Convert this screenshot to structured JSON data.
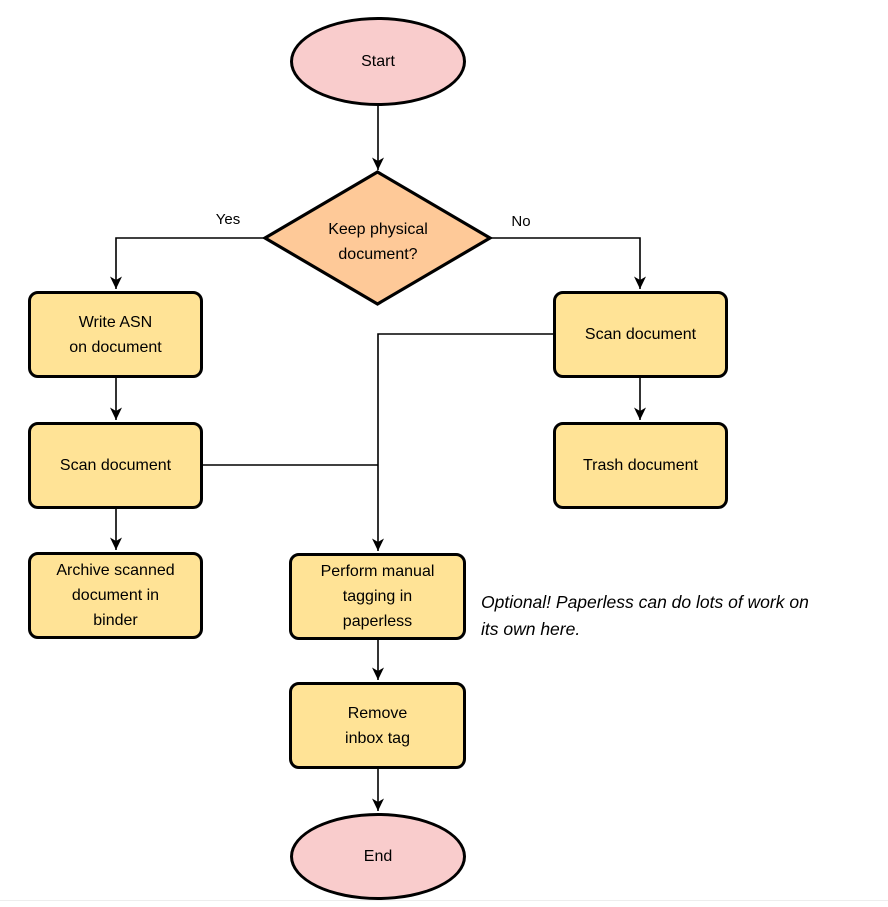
{
  "diagram": {
    "type": "flowchart",
    "nodes": {
      "start": {
        "label": "Start",
        "shape": "ellipse"
      },
      "decision": {
        "label": "Keep physical\ndocument?",
        "shape": "diamond"
      },
      "write_asn": {
        "label": "Write ASN\non document",
        "shape": "process"
      },
      "scan_left": {
        "label": "Scan document",
        "shape": "process"
      },
      "archive": {
        "label": "Archive scanned\ndocument in\nbinder",
        "shape": "process"
      },
      "scan_right": {
        "label": "Scan document",
        "shape": "process"
      },
      "trash": {
        "label": "Trash document",
        "shape": "process"
      },
      "tagging": {
        "label": "Perform manual\ntagging in\npaperless",
        "shape": "process"
      },
      "remove_inbox": {
        "label": "Remove\ninbox tag",
        "shape": "process"
      },
      "end": {
        "label": "End",
        "shape": "ellipse"
      }
    },
    "edge_labels": {
      "yes": "Yes",
      "no": "No"
    },
    "note": "Optional! Paperless can do lots of work on\nits own here.",
    "colors": {
      "terminal_fill": "#f9cccc",
      "decision_fill": "#fec998",
      "process_fill": "#ffe396",
      "stroke": "#000000",
      "background": "#ffffff"
    }
  }
}
